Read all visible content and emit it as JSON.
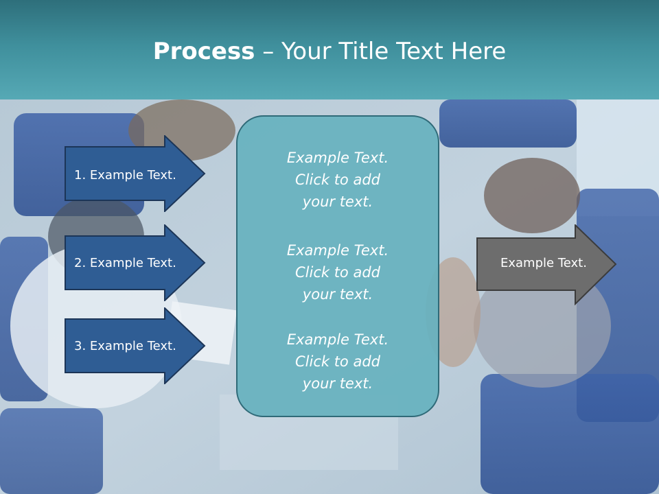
{
  "title": {
    "bold": "Process",
    "rest": " – Your Title Text Here"
  },
  "left_arrows": [
    {
      "label": "1. Example Text."
    },
    {
      "label": "2. Example Text."
    },
    {
      "label": "3. Example Text."
    }
  ],
  "center_box": {
    "blocks": [
      {
        "line1": "Example Text.",
        "line2": "Click  to add",
        "line3": "your text."
      },
      {
        "line1": "Example Text.",
        "line2": "Click  to add",
        "line3": "your text."
      },
      {
        "line1": "Example Text.",
        "line2": "Click  to add",
        "line3": "your text."
      }
    ]
  },
  "right_arrow": {
    "label": "Example Text."
  },
  "colors": {
    "header": "#3f8f9c",
    "left_arrow_fill": "#2f5d94",
    "center_box_fill": "#67b2be",
    "right_arrow_fill": "#6d6d6d"
  }
}
